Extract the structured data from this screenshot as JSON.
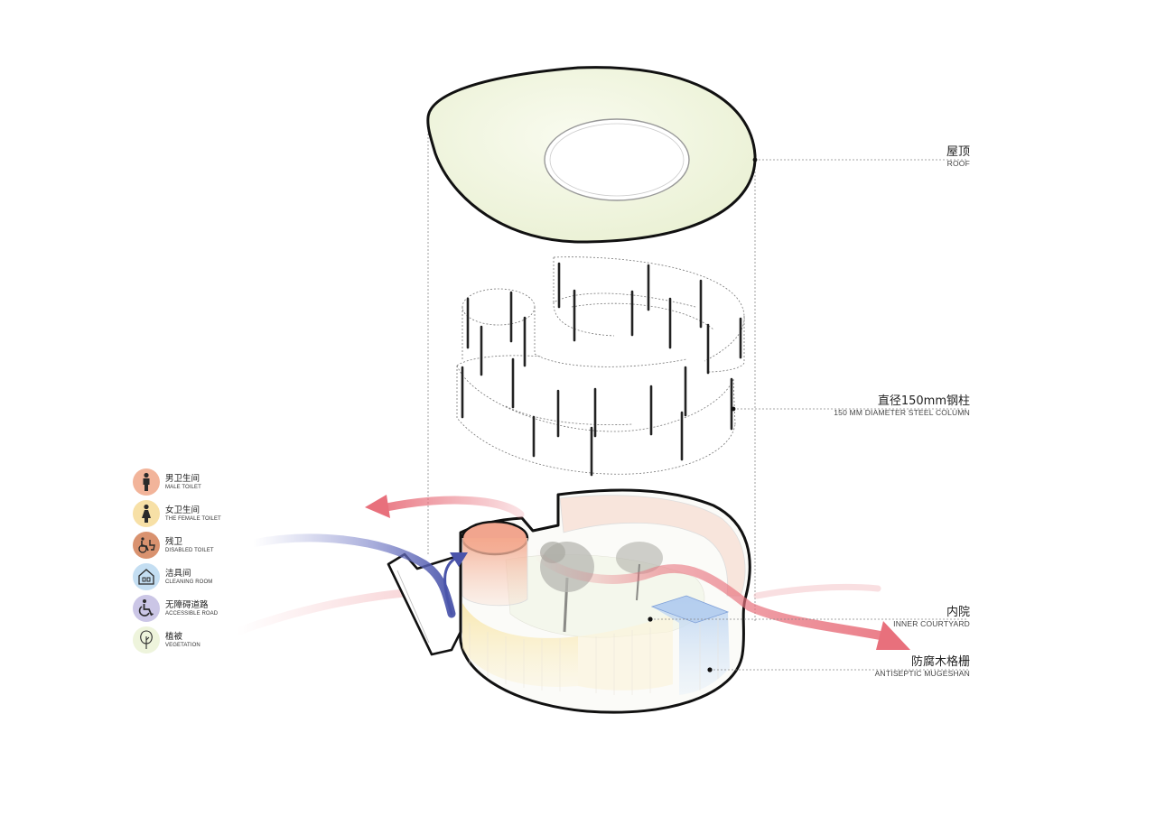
{
  "callouts": {
    "roof": {
      "cn": "屋顶",
      "en": "ROOF"
    },
    "column": {
      "cn": "直径150mm钢柱",
      "en": "150 MM DIAMETER STEEL COLUMN"
    },
    "courtyard": {
      "cn": "内院",
      "en": "INNER COURTYARD"
    },
    "mugeshan": {
      "cn": "防腐木格栅",
      "en": "ANTISEPTIC MUGESHAN"
    }
  },
  "legend": [
    {
      "cn": "男卫生间",
      "en": "MALE TOILET",
      "icon": "male-icon",
      "color": "#f2b49a"
    },
    {
      "cn": "女卫生间",
      "en": "THE FEMALE TOILET",
      "icon": "female-icon",
      "color": "#f7e0a6"
    },
    {
      "cn": "残卫",
      "en": "DISABLED TOILET",
      "icon": "wheelchair-toilet-icon",
      "color": "#d9926f"
    },
    {
      "cn": "洁具间",
      "en": "CLEANING ROOM",
      "icon": "cleaning-room-icon",
      "color": "#c4def2"
    },
    {
      "cn": "无障碍道路",
      "en": "ACCESSIBLE   ROAD",
      "icon": "wheelchair-icon",
      "color": "#cbc6e6"
    },
    {
      "cn": "植被",
      "en": "VEGETATION",
      "icon": "tree-icon",
      "color": "#eef4dc"
    }
  ],
  "colors": {
    "roof_fill": "#f2f6e2",
    "wind_red": "#e8707c",
    "wind_blue": "#5560b0",
    "male_zone": "#f4c2a8",
    "female_zone": "#f8eab4",
    "cleaning_zone": "#c8dcf2"
  }
}
